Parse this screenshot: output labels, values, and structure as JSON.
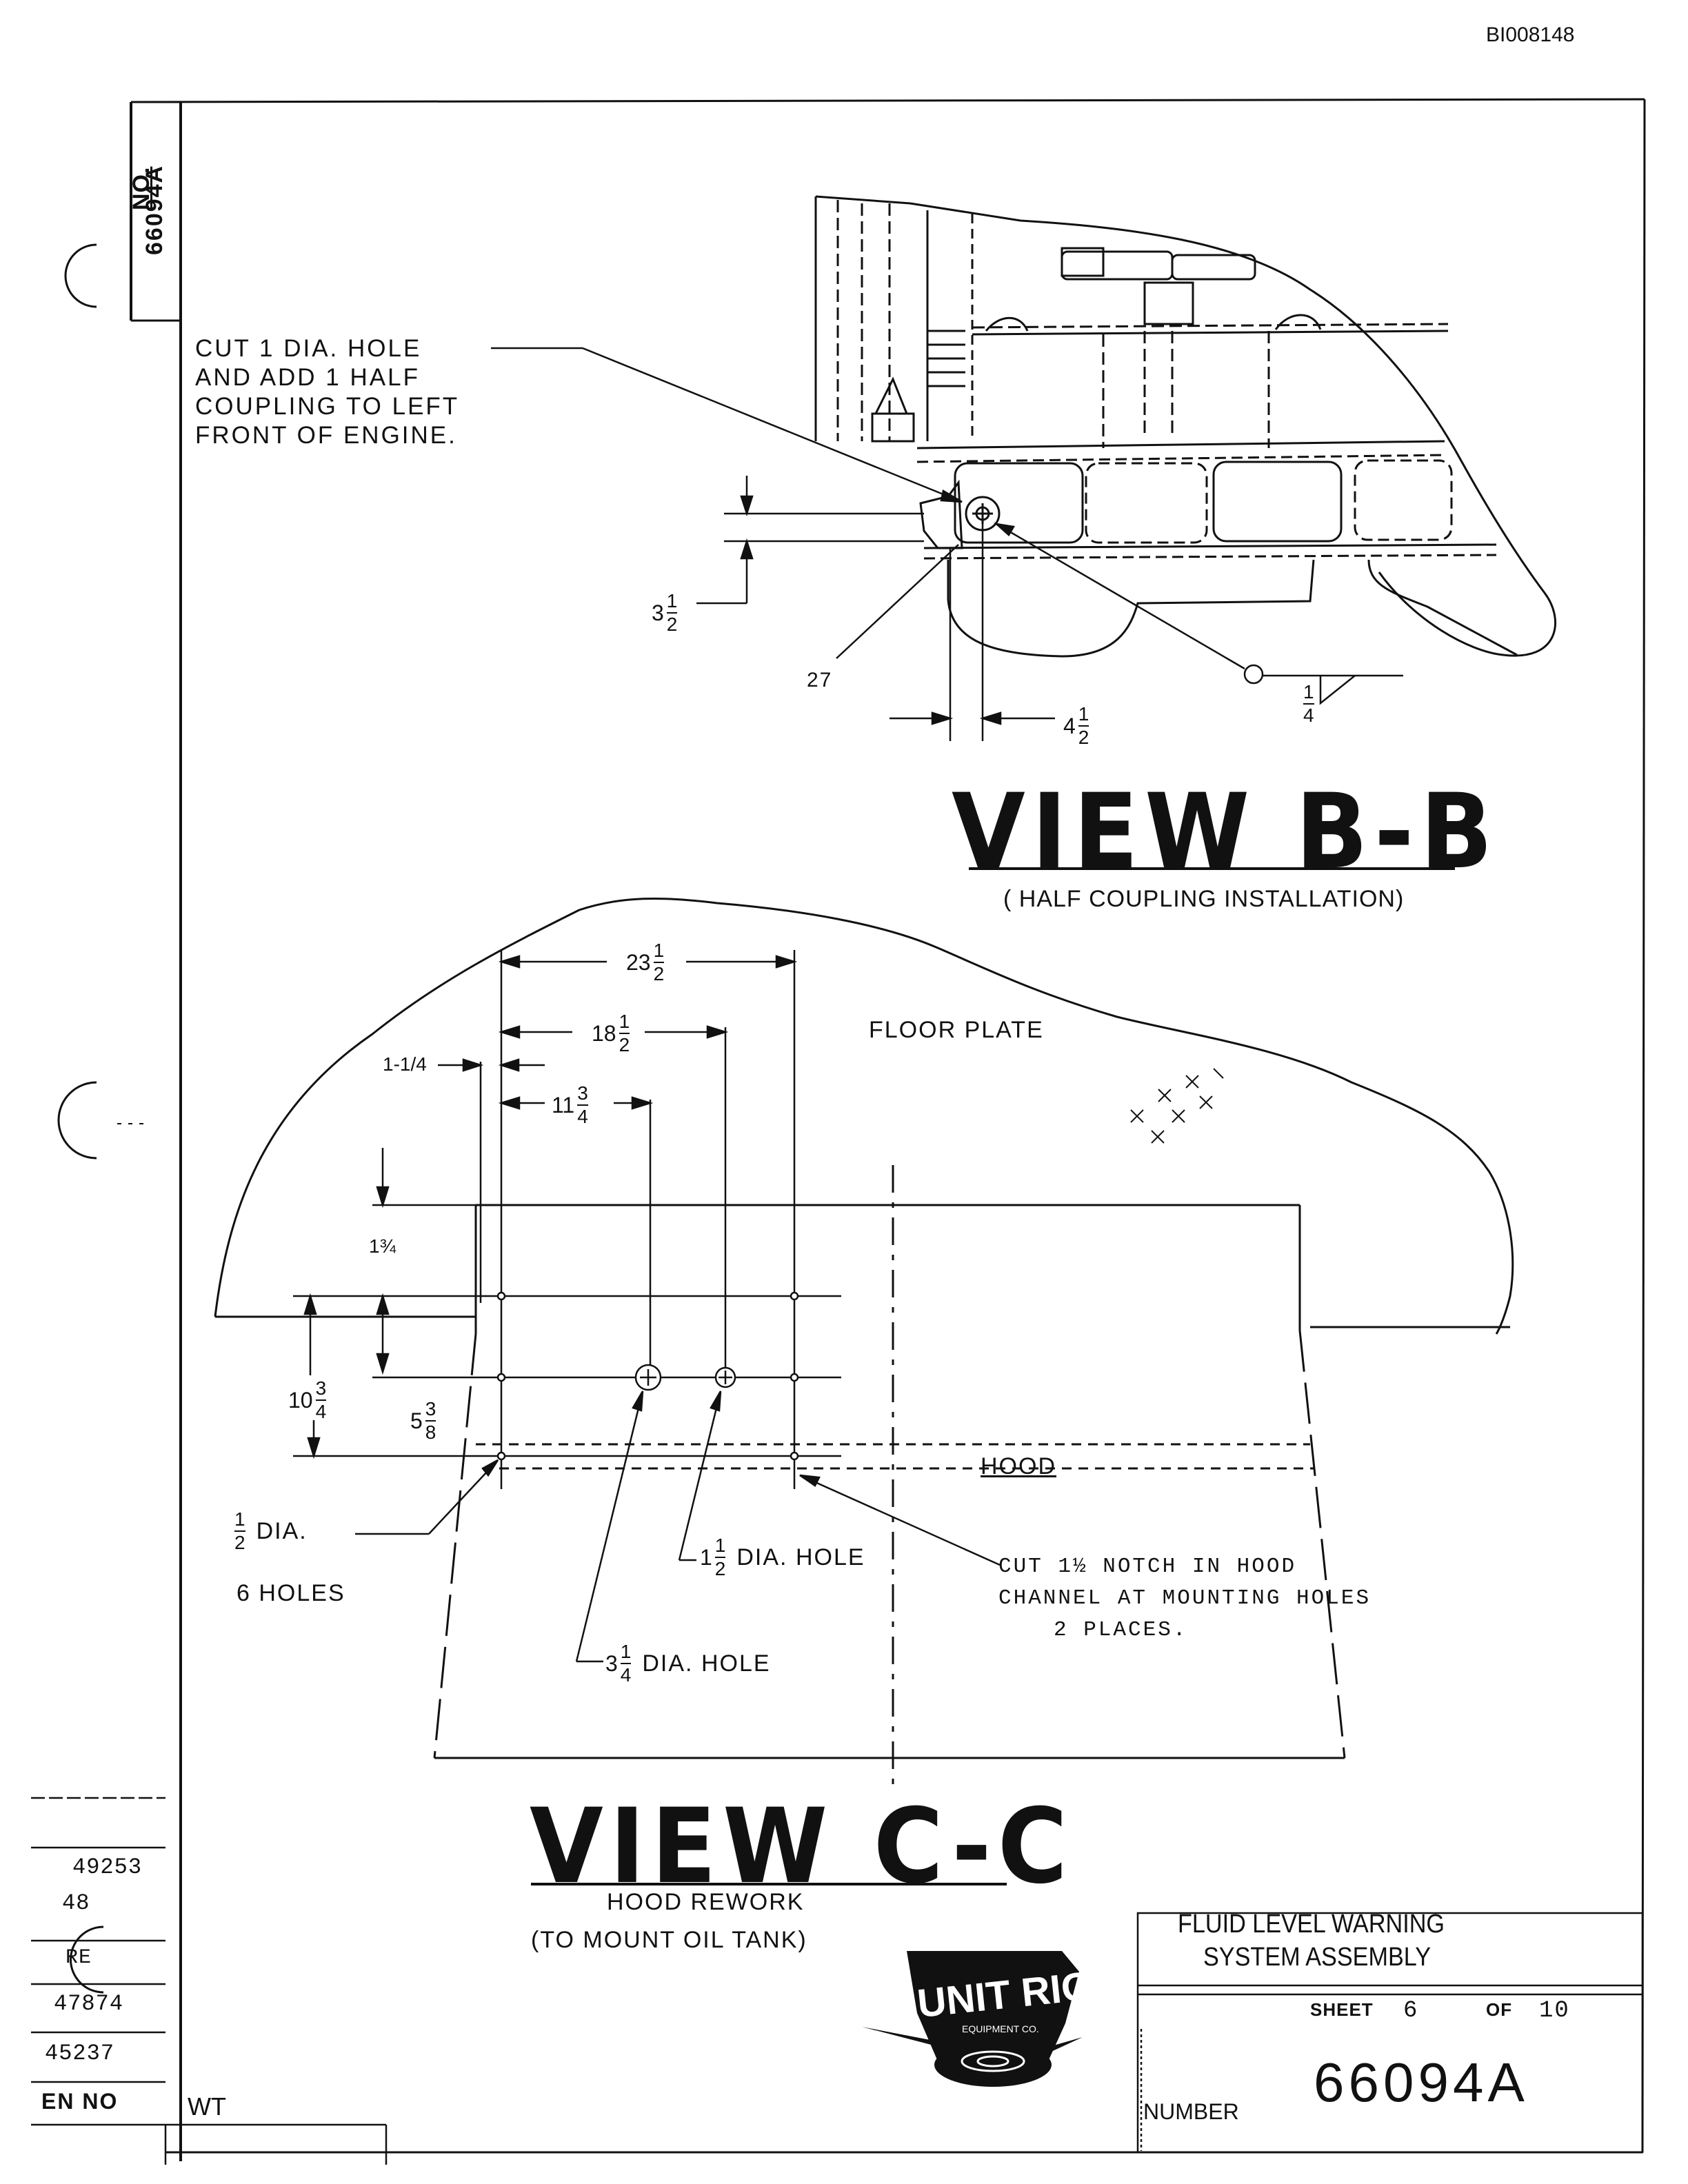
{
  "doc_id": "BI008148",
  "side_number": {
    "prefix": "NO.",
    "value": "66094A"
  },
  "view_b": {
    "note_lines": [
      "CUT 1 DIA. HOLE",
      "AND ADD 1 HALF",
      "COUPLING TO LEFT",
      "FRONT OF ENGINE."
    ],
    "title": "VIEW B-B",
    "subtitle": "( HALF COUPLING INSTALLATION)",
    "dim_vertical": {
      "whole": "3",
      "num": "1",
      "den": "2"
    },
    "dim_horizontal": {
      "whole": "4",
      "num": "1",
      "den": "2"
    },
    "callout_27": "27",
    "weld_size": {
      "num": "1",
      "den": "4"
    }
  },
  "view_c": {
    "title": "VIEW C-C",
    "subtitle_1": "HOOD REWORK",
    "subtitle_2": "(TO MOUNT OIL TANK)",
    "floor_plate": "FLOOR PLATE",
    "hood": "HOOD",
    "dim_23": {
      "whole": "23",
      "num": "1",
      "den": "2"
    },
    "dim_18": {
      "whole": "18",
      "num": "1",
      "den": "2"
    },
    "dim_1_1_4": "1-1/4",
    "dim_11": {
      "whole": "11",
      "num": "3",
      "den": "4"
    },
    "dim_1_3_4": "1¾",
    "dim_10": {
      "whole": "10",
      "num": "3",
      "den": "4"
    },
    "dim_5": {
      "whole": "5",
      "num": "3",
      "den": "8"
    },
    "half_dia": {
      "num": "1",
      "den": "2",
      "text": "DIA."
    },
    "six_holes": "6 HOLES",
    "hole_1_half": {
      "whole": "1",
      "num": "1",
      "den": "2",
      "text": "DIA. HOLE"
    },
    "hole_3_quarter": {
      "whole": "3",
      "num": "1",
      "den": "4",
      "text": "DIA. HOLE"
    },
    "notch_lines": [
      "CUT 1½ NOTCH IN HOOD",
      "CHANNEL AT MOUNTING HOLES",
      "2 PLACES."
    ]
  },
  "revisions": {
    "rows": [
      "49253",
      "48",
      "RE",
      "47874",
      "45237"
    ],
    "footer_label": "EN NO",
    "wt_label": "WT"
  },
  "title_block": {
    "title_line_1": "FLUID LEVEL WARNING",
    "title_line_2": "SYSTEM ASSEMBLY",
    "sheet_label": "SHEET",
    "sheet_no": "6",
    "of_label": "OF",
    "sheet_total": "10",
    "number_label": "NUMBER",
    "number": "66094A"
  },
  "logo": {
    "text": "UNIT RIG",
    "sub": "EQUIPMENT CO."
  }
}
